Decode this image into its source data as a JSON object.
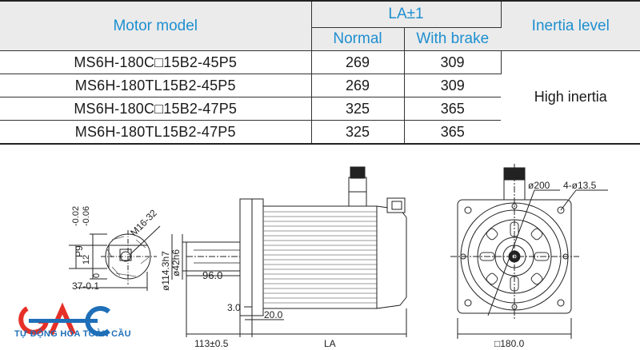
{
  "table": {
    "header": {
      "model": "Motor model",
      "la": "LA±1",
      "normal": "Normal",
      "brake": "With brake",
      "inertia": "Inertia level"
    },
    "rows": [
      {
        "model": "MS6H-180C□15B2-45P5",
        "normal": "269",
        "brake": "309"
      },
      {
        "model": "MS6H-180TL15B2-45P5",
        "normal": "269",
        "brake": "309"
      },
      {
        "model": "MS6H-180C□15B2-47P5",
        "normal": "325",
        "brake": "365"
      },
      {
        "model": "MS6H-180TL15B2-47P5",
        "normal": "325",
        "brake": "365"
      }
    ],
    "inertia_value": "High inertia"
  },
  "drawing": {
    "shaft_section": {
      "p9": "P9",
      "tol_top": "-0.02",
      "tol_mid": "-0.06",
      "twelve": "12",
      "zero": "0",
      "thirty_seven": "37-0.1",
      "m16": "M16-32"
    },
    "side_view": {
      "d114": "ø114.3h7",
      "d42": "ø42h6",
      "len96": "96.0",
      "d3": "3.0",
      "d20": "20.0",
      "d113": "113±0.5",
      "la": "LA"
    },
    "front_view": {
      "d200": "ø200",
      "holes": "4-ø13.5",
      "sq180": "□180.0"
    }
  },
  "logo": {
    "letters": "GAC",
    "tagline": "TỰ ĐỘNG HÓA TOÀN CẦU",
    "red": "#e63027",
    "blue": "#1e6fb8"
  }
}
